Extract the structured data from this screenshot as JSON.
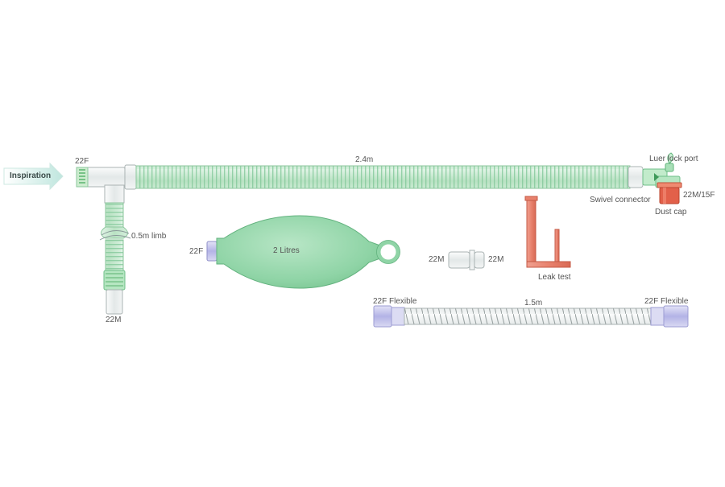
{
  "labels": {
    "inspiration": "Inspiration",
    "inlet_connector": "22F",
    "main_tube_length": "2.4m",
    "luer_lock_port": "Luer lock port",
    "swivel_connector": "Swivel connector",
    "swivel_size": "22M/15F",
    "dust_cap": "Dust cap",
    "limb_length": "0.5m limb",
    "limb_end": "22M",
    "bag_connector": "22F",
    "bag_volume": "2 Litres",
    "adapter_left": "22M",
    "adapter_right": "22M",
    "leak_test": "Leak test",
    "flex_left": "22F Flexible",
    "flex_length": "1.5m",
    "flex_right": "22F Flexible"
  },
  "colors": {
    "tube_green": "#b9e2c3",
    "tube_green_dark": "#7fc797",
    "bag_green": "#8fd4a6",
    "connector_purple": "#b3b3e6",
    "leak_test_orange": "#e8826e",
    "dust_cap_red": "#e2604a",
    "grey_connector": "#e8ecec",
    "arrow_fill": "#c6e9e1"
  }
}
